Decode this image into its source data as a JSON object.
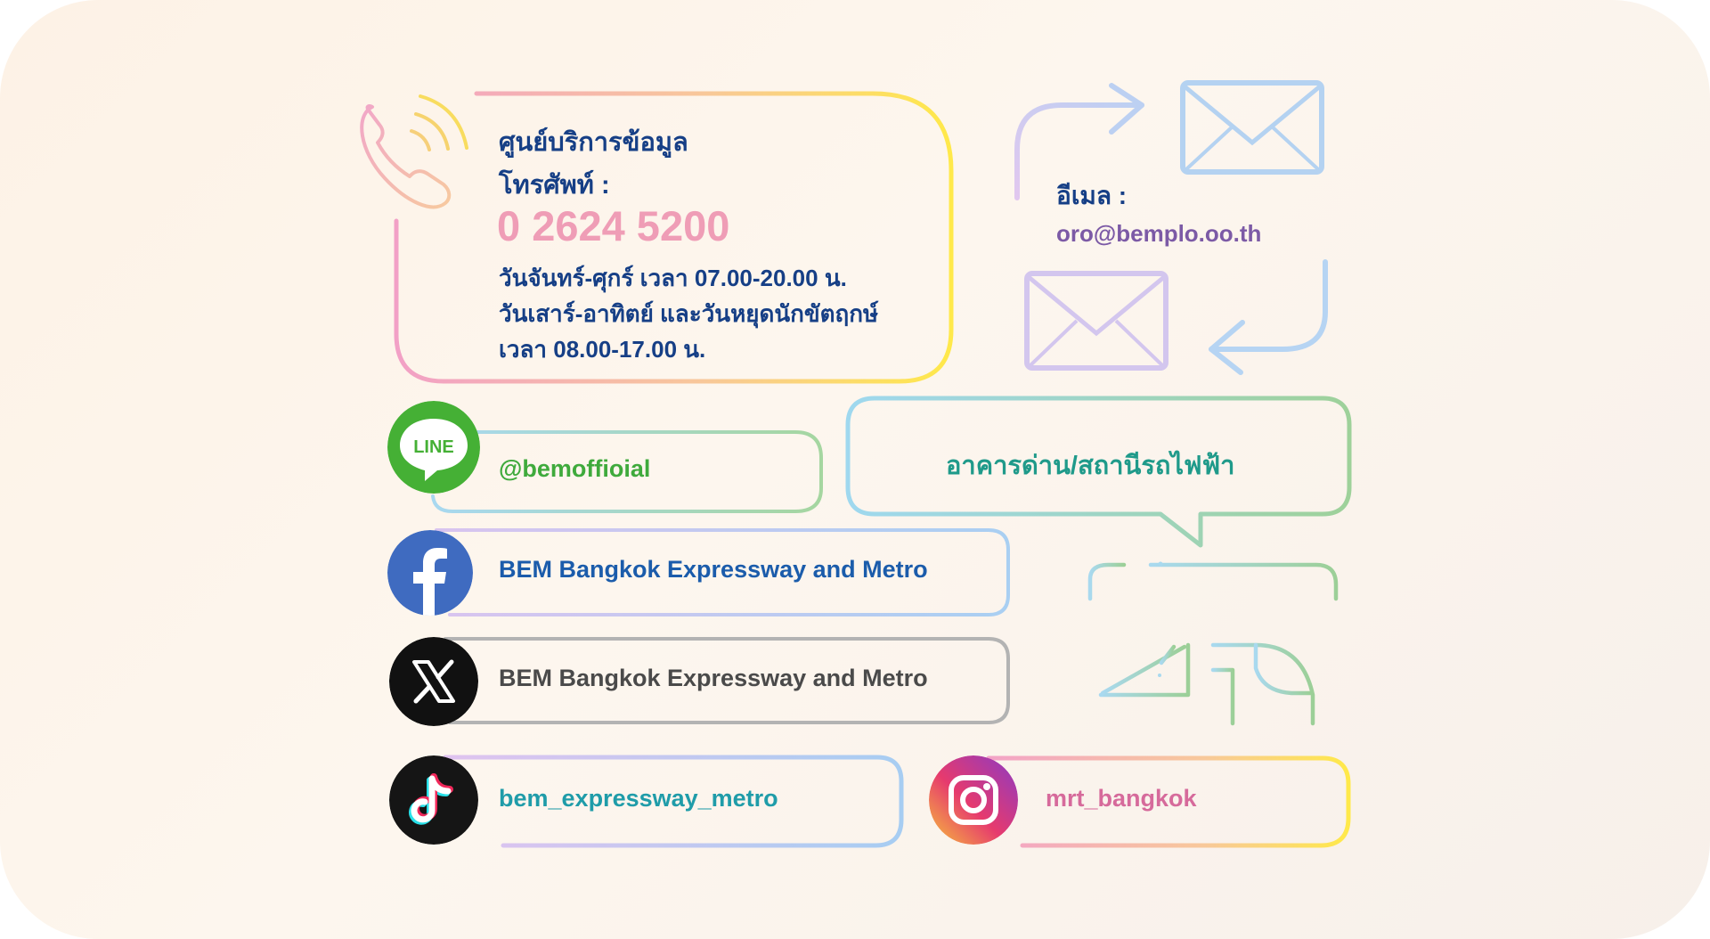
{
  "hotline": {
    "title": "ศูนย์บริการข้อมูล",
    "phone_label": "โทรศัพท์ :",
    "phone": "0 2624 5200",
    "hours": [
      "วันจันทร์-ศุกร์ เวลา 07.00-20.00 น.",
      "วันเสาร์-อาทิตย์ และวันหยุดนักขัตฤกษ์",
      "เวลา 08.00-17.00 น."
    ]
  },
  "email": {
    "label": "อีเมล :",
    "address": "oro@bemplo.oo.th"
  },
  "line": {
    "icon_text": "LINE",
    "handle": "@bemoffioial"
  },
  "station": {
    "text": "อาคารด่าน/สถานีรถไฟฟ้า"
  },
  "facebook": {
    "name": "BEM Bangkok Expressway and Metro"
  },
  "x": {
    "name": "BEM Bangkok Expressway and Metro"
  },
  "tiktok": {
    "handle": "bem_expressway_metro"
  },
  "instagram": {
    "handle": "mrt_bangkok"
  },
  "colors": {
    "navy": "#163f86",
    "phone_pink": "#ef9db6",
    "line_green": "#3faa3c",
    "facebook_blue": "#1b5cab",
    "teal": "#1f9a8a",
    "tiktok_teal": "#1f9ca9",
    "instagram_pink": "#d66a9b",
    "email_purple": "#7c5aa6",
    "x_grey": "#4a4a4a"
  }
}
